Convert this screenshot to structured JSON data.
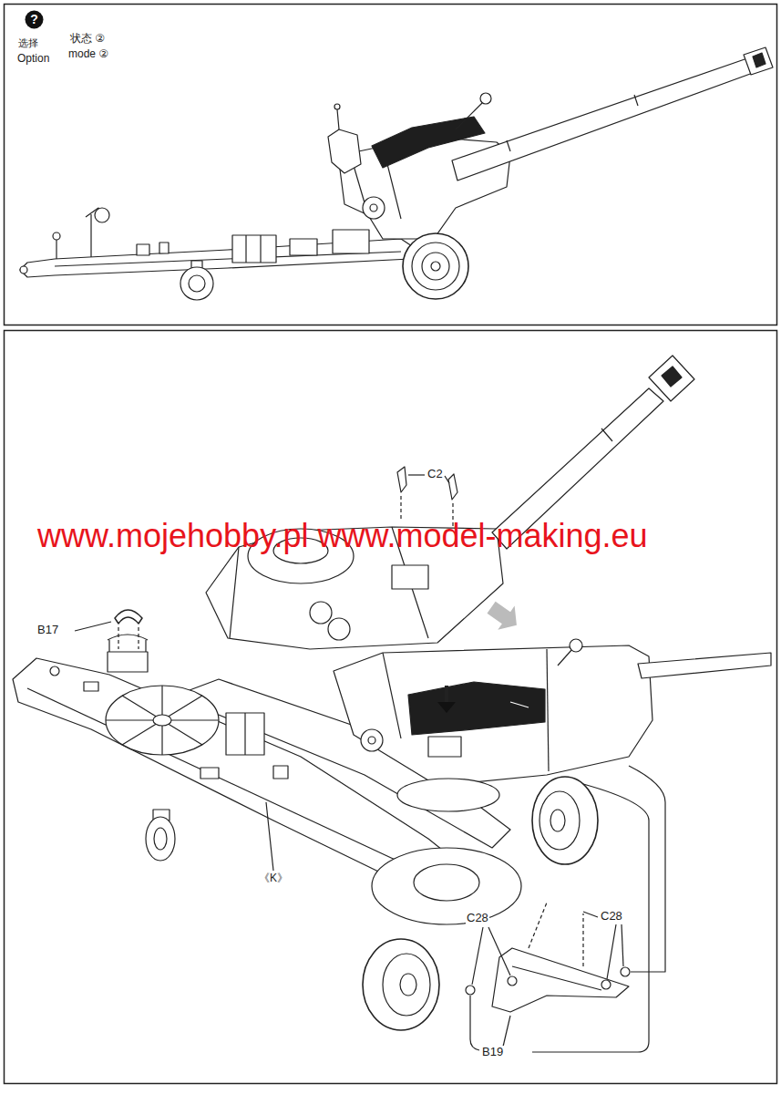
{
  "diagram": {
    "nodes": [
      {
        "text": [
          "?"
        ]
      }
    ],
    "labels": [
      "选择",
      "Option",
      "状态 ②",
      "mode ②",
      "C2",
      "www.mojehobby.pl www.model-making.eu",
      "B17",
      "《K》",
      "C28",
      "C28",
      "B19"
    ]
  }
}
